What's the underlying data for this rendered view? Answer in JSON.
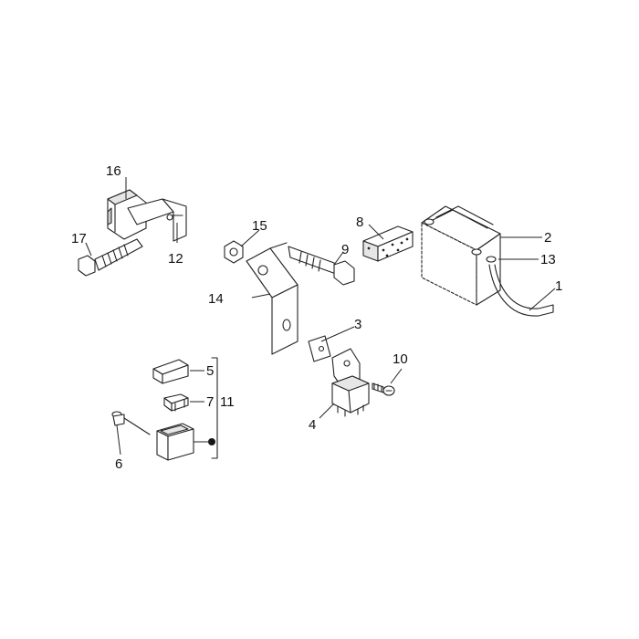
{
  "diagram": {
    "callouts": [
      {
        "id": "1",
        "text": "1"
      },
      {
        "id": "2",
        "text": "2"
      },
      {
        "id": "3",
        "text": "3"
      },
      {
        "id": "4",
        "text": "4"
      },
      {
        "id": "5",
        "text": "5"
      },
      {
        "id": "6",
        "text": "6"
      },
      {
        "id": "7",
        "text": "7"
      },
      {
        "id": "8",
        "text": "8"
      },
      {
        "id": "9",
        "text": "9"
      },
      {
        "id": "10",
        "text": "10"
      },
      {
        "id": "11",
        "text": "11"
      },
      {
        "id": "12",
        "text": "12"
      },
      {
        "id": "13",
        "text": "13"
      },
      {
        "id": "14",
        "text": "14"
      },
      {
        "id": "15",
        "text": "15"
      },
      {
        "id": "16",
        "text": "16"
      },
      {
        "id": "17",
        "text": "17"
      }
    ]
  }
}
